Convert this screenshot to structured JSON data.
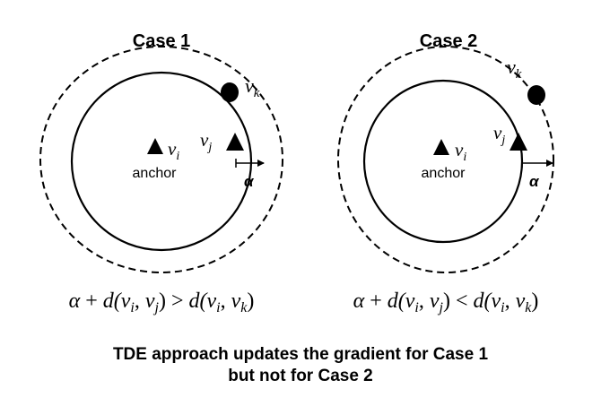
{
  "cases": [
    {
      "title": "Case 1",
      "anchor_label": "anchor",
      "node_i": "v",
      "node_i_sub": "i",
      "node_j": "v",
      "node_j_sub": "j",
      "node_k": "v",
      "node_k_sub": "k",
      "margin_label": "α",
      "formula": {
        "alpha": "α",
        "plus": " + ",
        "d1_open": "d(",
        "d1_a": "v",
        "d1_a_sub": "i",
        "comma1": ", ",
        "d1_b": "v",
        "d1_b_sub": "j",
        "d1_close": ")",
        "relation": " > ",
        "d2_open": "d(",
        "d2_a": "v",
        "d2_a_sub": "i",
        "comma2": ", ",
        "d2_b": "v",
        "d2_b_sub": "k",
        "d2_close": ")"
      }
    },
    {
      "title": "Case 2",
      "anchor_label": "anchor",
      "node_i": "v",
      "node_i_sub": "i",
      "node_j": "v",
      "node_j_sub": "j",
      "node_k": "v",
      "node_k_sub": "k",
      "margin_label": "α",
      "formula": {
        "alpha": "α",
        "plus": " + ",
        "d1_open": "d(",
        "d1_a": "v",
        "d1_a_sub": "i",
        "comma1": ", ",
        "d1_b": "v",
        "d1_b_sub": "j",
        "d1_close": ")",
        "relation": " < ",
        "d2_open": "d(",
        "d2_a": "v",
        "d2_a_sub": "i",
        "comma2": ", ",
        "d2_b": "v",
        "d2_b_sub": "k",
        "d2_close": ")"
      }
    }
  ],
  "caption": {
    "line1": "TDE approach updates the gradient for Case 1",
    "line2": "but not for Case 2"
  }
}
